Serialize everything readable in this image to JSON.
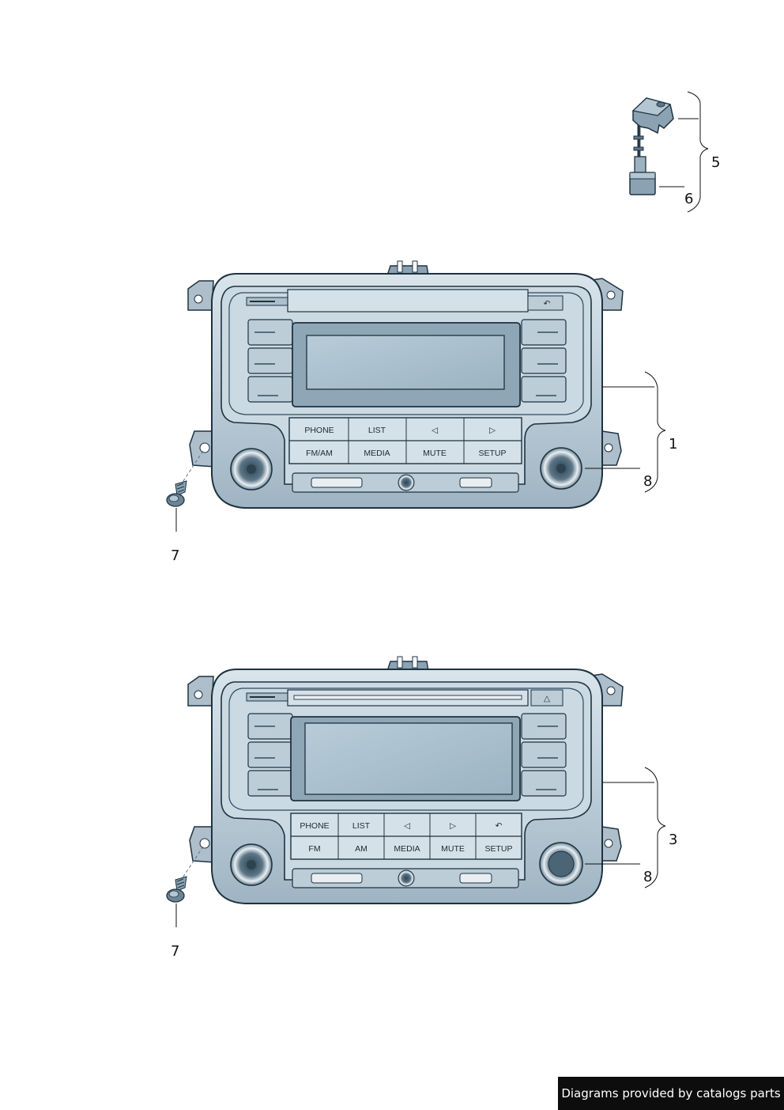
{
  "callouts": {
    "c5": "5",
    "c6": "6",
    "c1": "1",
    "c8_top": "8",
    "c7_top": "7",
    "c3": "3",
    "c8_bottom": "8",
    "c7_bottom": "7"
  },
  "radio_top": {
    "row1": [
      "PHONE",
      "LIST",
      "◁",
      "▷"
    ],
    "row2": [
      "FM/AM",
      "MEDIA",
      "MUTE",
      "SETUP"
    ],
    "corner_icon": "return-arrow-icon"
  },
  "radio_bottom": {
    "row1": [
      "PHONE",
      "LIST",
      "◁",
      "▷",
      "↶"
    ],
    "row2": [
      "FM",
      "AM",
      "MEDIA",
      "MUTE",
      "SETUP"
    ],
    "corner_icon": "eject-icon"
  },
  "footer": {
    "text": "Diagrams provided by catalogs parts"
  },
  "colors": {
    "body": "#c3d2dc",
    "body_dark": "#2d4a5e",
    "screen": "#a9c0cf",
    "outline": "#1e3240",
    "knob": "#4b6576"
  }
}
